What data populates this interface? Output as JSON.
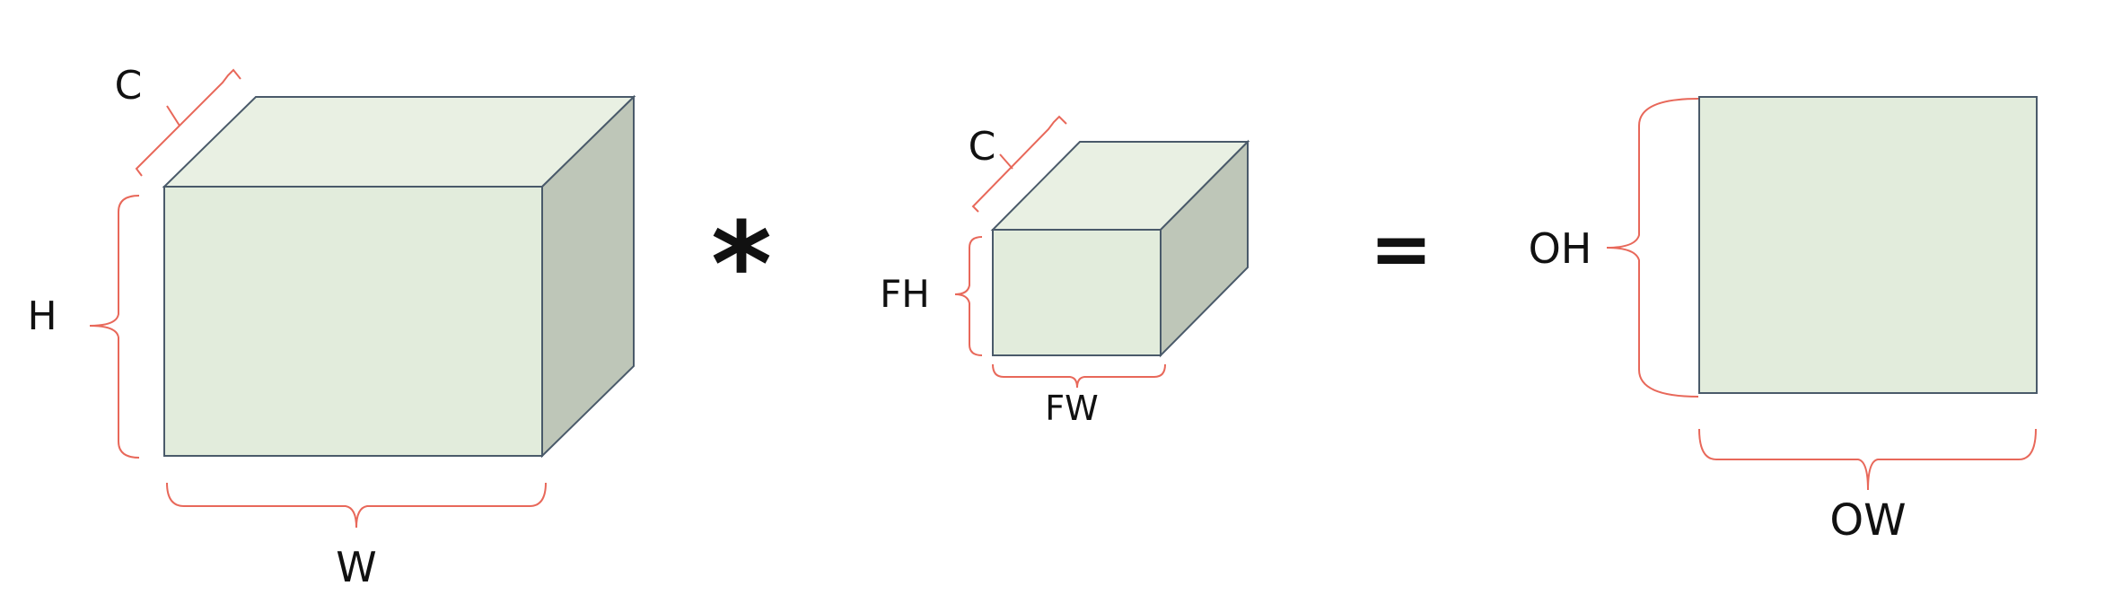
{
  "colors": {
    "face_front": "#e2ecdc",
    "face_top": "#e9f0e3",
    "face_side": "#bec6b8",
    "edge": "#4a5a6a",
    "brace": "#e8685a",
    "text": "#111111"
  },
  "input": {
    "depth_label": "C",
    "height_label": "H",
    "width_label": "W"
  },
  "operator_convolution": "*",
  "filter": {
    "depth_label": "C",
    "height_label": "FH",
    "width_label": "FW"
  },
  "operator_equals": "=",
  "output": {
    "height_label": "OH",
    "width_label": "OW"
  }
}
